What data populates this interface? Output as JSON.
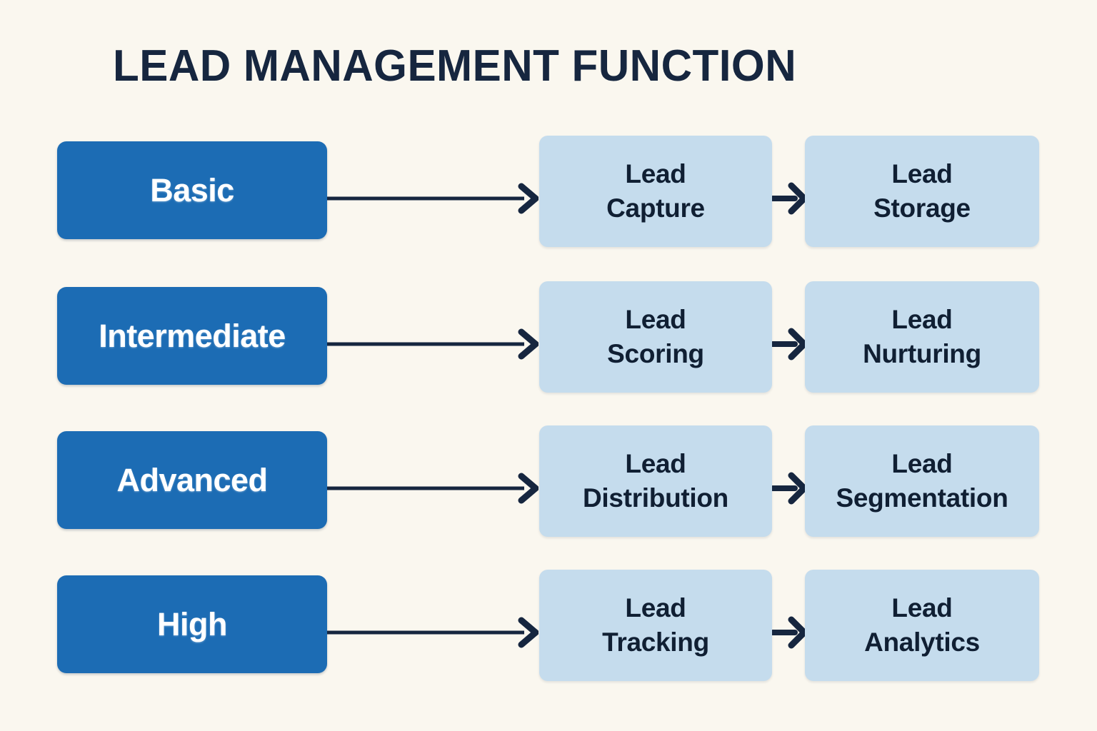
{
  "page": {
    "title": "LEAD MANAGEMENT FUNCTION",
    "background_color": "#faf7ef",
    "accent_color": "#1c6cb4",
    "stage_color": "#c5dced",
    "text_dark": "#101f33",
    "arrow_color": "#16263f"
  },
  "rows": [
    {
      "level": "Basic",
      "stage_1": "Lead\nCapture",
      "stage_1_line_1": "Lead",
      "stage_1_line_2": "Capture",
      "stage_2_line_1": "Lead",
      "stage_2_line_2": "Storage"
    },
    {
      "level": "Intermediate",
      "stage_1_line_1": "Lead",
      "stage_1_line_2": "Scoring",
      "stage_2_line_1": "Lead",
      "stage_2_line_2": "Nurturing"
    },
    {
      "level": "Advanced",
      "stage_1_line_1": "Lead",
      "stage_1_line_2": "Distribution",
      "stage_2_line_1": "Lead",
      "stage_2_line_2": "Segmentation"
    },
    {
      "level": "High",
      "stage_1_line_1": "Lead",
      "stage_1_line_2": "Tracking",
      "stage_2_line_1": "Lead",
      "stage_2_line_2": "Analytics"
    }
  ],
  "icons": {
    "arrow_long": "arrow-right-long-icon",
    "arrow_short": "arrow-right-short-icon"
  }
}
